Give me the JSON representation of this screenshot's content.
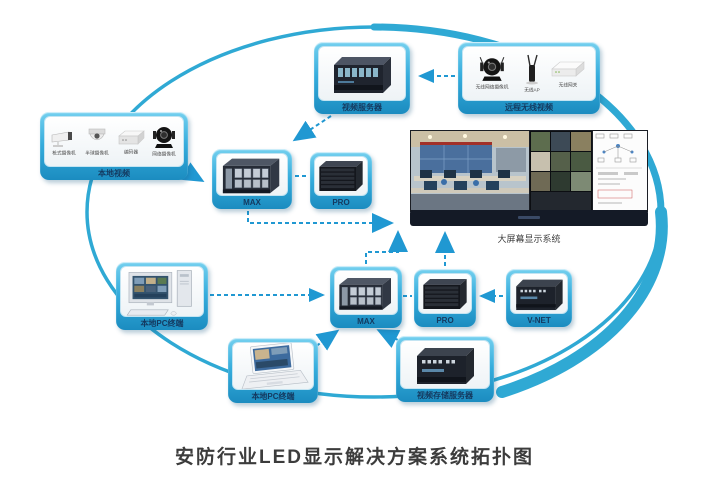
{
  "title": "安防行业LED显示解决方案系统拓扑图",
  "colors": {
    "ring_accent": "#2fa9d4",
    "arrow": "#2098d2",
    "node_frame_top": "#74d0ef",
    "node_frame_bottom": "#1b8cc0",
    "node_label_text": "#14395f"
  },
  "nodes": {
    "local_video": {
      "label": "本地视频",
      "devices": [
        "枪式摄像机",
        "半球摄像机",
        "编码器",
        "网络摄像机"
      ]
    },
    "video_server": {
      "label": "视频服务器"
    },
    "remote_wireless": {
      "label": "远程无线视频",
      "devices": [
        "无线网络摄像机",
        "无线AP",
        "无线网关"
      ]
    },
    "max_upper": {
      "label": "MAX"
    },
    "pro_upper": {
      "label": "PRO"
    },
    "big_screen": {
      "label": "大屏幕显示系统"
    },
    "pc_desktop": {
      "label": "本地PC终端"
    },
    "laptop": {
      "label": "本地PC终端"
    },
    "max_lower": {
      "label": "MAX"
    },
    "pro_lower": {
      "label": "PRO"
    },
    "vnet": {
      "label": "V-NET"
    },
    "storage_server": {
      "label": "视频存储服务器"
    }
  }
}
